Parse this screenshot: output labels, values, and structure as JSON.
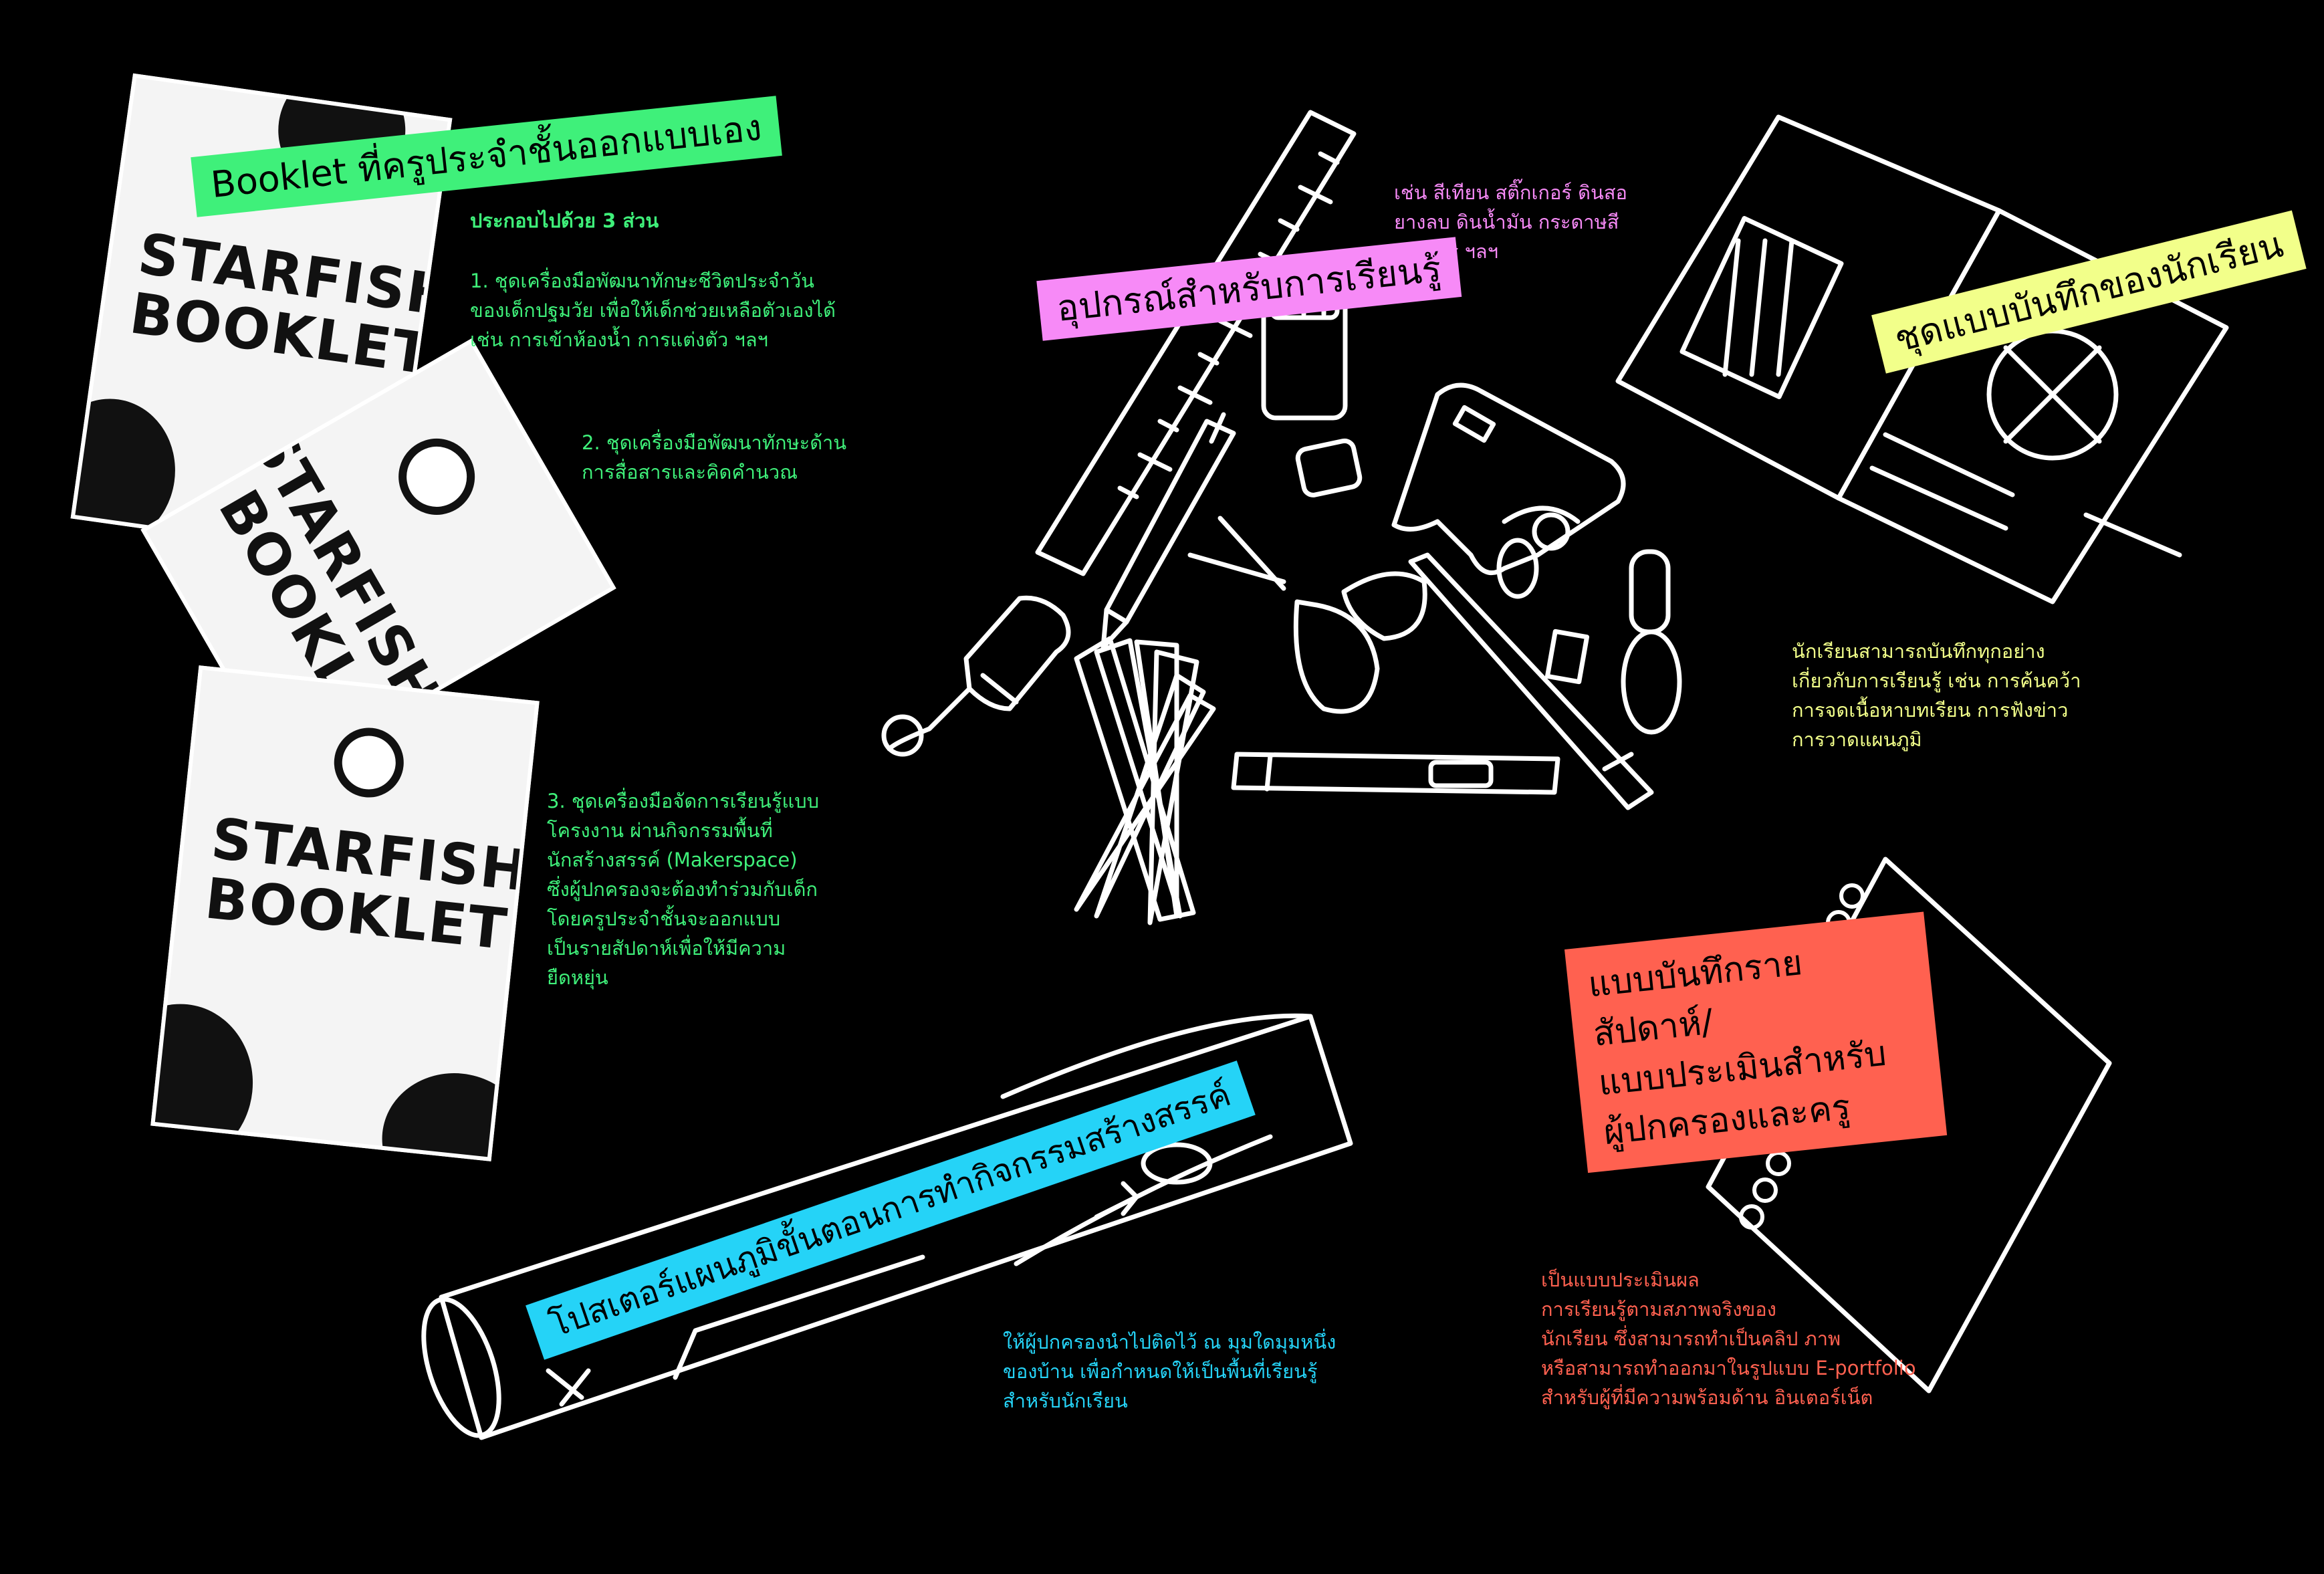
{
  "colors": {
    "green": "#3ff07a",
    "pink": "#f78af7",
    "yellow": "#f2ff8a",
    "cyan": "#25d3f7",
    "red": "#ff6150",
    "background": "#000000"
  },
  "booklet": {
    "tag": "Booklet ที่ครูประจำชั้นออกแบบเอง",
    "cover_title_line1": "STARFISH",
    "cover_title_line2": "BOOKLET",
    "heading": "ประกอบไปด้วย 3 ส่วน",
    "part1": "1. ชุดเครื่องมือพัฒนาทักษะชีวิตประจำวัน\nของเด็กปฐมวัย เพื่อให้เด็กช่วยเหลือตัวเองได้\nเช่น การเข้าห้องน้ำ การแต่งตัว ฯลฯ",
    "part2": "2. ชุดเครื่องมือพัฒนาทักษะด้าน\nการสื่อสารและคิดคำนวณ",
    "part3": "3. ชุดเครื่องมือจัดการเรียนรู้แบบ\nโครงงาน ผ่านกิจกรรมพื้นที่\nนักสร้างสรรค์ (Makerspace)\nซึ่งผู้ปกครองจะต้องทำร่วมกับเด็ก\nโดยครูประจำชั้นจะออกแบบ\nเป็นรายสัปดาห์เพื่อให้มีความ\nยืดหยุ่น"
  },
  "tools": {
    "tag": "อุปกรณ์สำหรับการเรียนรู้",
    "desc": "เช่น สีเทียน สติ๊กเกอร์ ดินสอ\nยางลบ ดินน้ำมัน กระดาษสี\nกรรไกร ฯลฯ"
  },
  "notebook": {
    "tag": "ชุดแบบบันทึกของนักเรียน",
    "desc": "นักเรียนสามารถบันทึกทุกอย่าง\nเกี่ยวกับการเรียนรู้ เช่น การค้นคว้า\nการจดเนื้อหาบทเรียน การฟังข่าว\nการวาดแผนภูมิ"
  },
  "poster": {
    "tag": "โปสเตอร์แผนภูมิขั้นตอนการทำกิจกรรมสร้างสรรค์",
    "desc": "ให้ผู้ปกครองนำไปติดไว้  ณ มุมใดมุมหนึ่ง\nของบ้าน เพื่อกำหนดให้เป็นพื้นที่เรียนรู้\nสำหรับนักเรียน"
  },
  "assessment": {
    "tag_line1": "แบบบันทึกรายสัปดาห์/",
    "tag_line2": "แบบประเมินสำหรับ",
    "tag_line3": "ผู้ปกครองและครู",
    "desc": "เป็นแบบประเมินผล\nการเรียนรู้ตามสภาพจริงของ\nนักเรียน ซึ่งสามารถทำเป็นคลิป ภาพ\nหรือสามารถทำออกมาในรูปแบบ E-portfolio\nสำหรับผู้ที่มีความพร้อมด้าน อินเตอร์เน็ต"
  }
}
